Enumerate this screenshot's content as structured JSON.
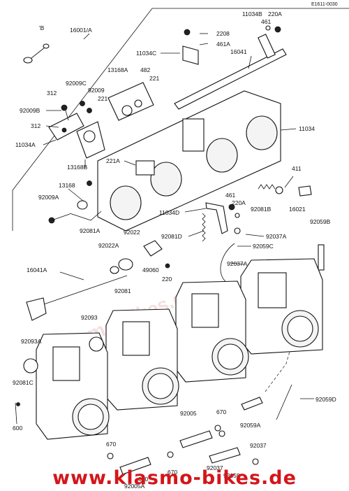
{
  "diagram": {
    "ref_code": "E1611-0030",
    "watermark": "klasmo-bikes.de",
    "footer_url": "www.klasmo-bikes.de",
    "labels": [
      {
        "id": "b",
        "text": "'B"
      },
      {
        "id": "16001a",
        "text": "16001/A"
      },
      {
        "id": "11034b",
        "text": "11034B"
      },
      {
        "id": "220a_top",
        "text": "220A"
      },
      {
        "id": "461_top",
        "text": "461"
      },
      {
        "id": "2208",
        "text": "2208"
      },
      {
        "id": "461a_top",
        "text": "461A"
      },
      {
        "id": "11034c",
        "text": "11034C"
      },
      {
        "id": "16041",
        "text": "16041"
      },
      {
        "id": "13168a",
        "text": "13168A"
      },
      {
        "id": "482",
        "text": "482"
      },
      {
        "id": "221_r",
        "text": "221"
      },
      {
        "id": "92009c",
        "text": "92009C"
      },
      {
        "id": "312_a",
        "text": "312"
      },
      {
        "id": "92009",
        "text": "92009"
      },
      {
        "id": "221_l",
        "text": "221"
      },
      {
        "id": "92009b",
        "text": "92009B"
      },
      {
        "id": "312_b",
        "text": "312"
      },
      {
        "id": "11034a",
        "text": "11034A"
      },
      {
        "id": "13168b",
        "text": "13168B"
      },
      {
        "id": "11034",
        "text": "11034"
      },
      {
        "id": "221a",
        "text": "221A"
      },
      {
        "id": "411",
        "text": "411"
      },
      {
        "id": "13168",
        "text": "13168"
      },
      {
        "id": "461_mid",
        "text": "461"
      },
      {
        "id": "220a_mid",
        "text": "220A"
      },
      {
        "id": "92009a",
        "text": "92009A"
      },
      {
        "id": "92081b",
        "text": "92081B"
      },
      {
        "id": "16021",
        "text": "16021"
      },
      {
        "id": "11034d",
        "text": "11034D"
      },
      {
        "id": "92081a",
        "text": "92081A"
      },
      {
        "id": "92022",
        "text": "92022"
      },
      {
        "id": "92081d",
        "text": "92081D"
      },
      {
        "id": "92037a_1",
        "text": "92037A"
      },
      {
        "id": "92059b",
        "text": "92059B"
      },
      {
        "id": "92022a",
        "text": "92022A"
      },
      {
        "id": "92059c",
        "text": "92059C"
      },
      {
        "id": "49060",
        "text": "49060"
      },
      {
        "id": "92037a_2",
        "text": "92037A"
      },
      {
        "id": "16041a",
        "text": "16041A"
      },
      {
        "id": "220",
        "text": "220"
      },
      {
        "id": "92081",
        "text": "92081"
      },
      {
        "id": "92093",
        "text": "92093"
      },
      {
        "id": "92093a",
        "text": "92093A"
      },
      {
        "id": "92081c",
        "text": "92081C"
      },
      {
        "id": "92059d",
        "text": "92059D"
      },
      {
        "id": "600",
        "text": "600"
      },
      {
        "id": "92005",
        "text": "92005"
      },
      {
        "id": "670_a",
        "text": "670"
      },
      {
        "id": "92059a",
        "text": "92059A"
      },
      {
        "id": "670_b",
        "text": "670"
      },
      {
        "id": "92037",
        "text": "92037"
      },
      {
        "id": "670_c",
        "text": "670"
      },
      {
        "id": "92037_b",
        "text": "92037"
      },
      {
        "id": "92059",
        "text": "92059"
      },
      {
        "id": "670_d",
        "text": "670"
      },
      {
        "id": "92005a",
        "text": "92005A"
      }
    ]
  }
}
